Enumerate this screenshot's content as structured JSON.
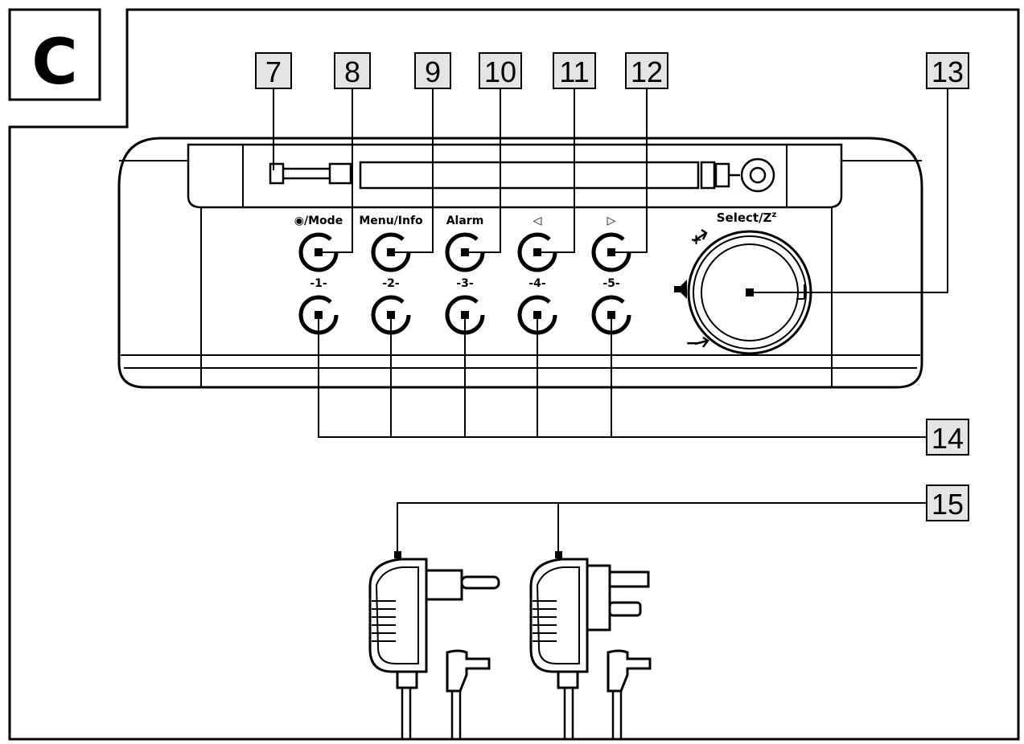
{
  "figure_letter": "C",
  "callouts": [
    "7",
    "8",
    "9",
    "10",
    "11",
    "12",
    "13",
    "14",
    "15"
  ],
  "top_buttons": [
    "/Mode",
    "Menu/Info",
    "Alarm",
    "◁",
    "▷"
  ],
  "knob_label": "Select/Z",
  "knob_label_sup": "z",
  "knob_plus": "+",
  "knob_minus": "−",
  "presets": [
    "-1-",
    "-2-",
    "-3-",
    "-4-",
    "-5-"
  ],
  "colors": {
    "line": "#000000",
    "callout_fill": "#e4e4e4",
    "background": "#ffffff"
  }
}
